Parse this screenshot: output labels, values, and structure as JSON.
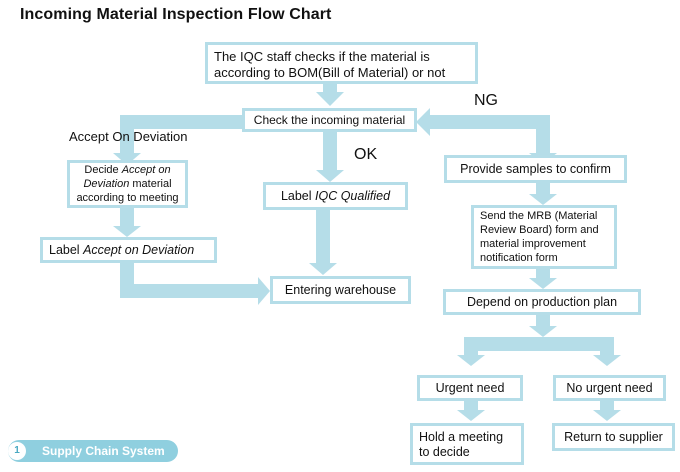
{
  "title": "Incoming Material Inspection Flow Chart",
  "nodes": {
    "iqc_check": {
      "line1": "The IQC staff checks if the material is",
      "line2": "according to BOM(Bill of Material) or not"
    },
    "check_incoming": "Check the incoming material",
    "decide_aod": {
      "part1": "Decide ",
      "italic": "Accept on Deviation",
      "part2": " material according to meeting"
    },
    "label_aod": {
      "prefix": "Label ",
      "italic": "Accept on Deviation"
    },
    "label_iqc": {
      "prefix": "Label ",
      "italic": "IQC Qualified"
    },
    "entering_warehouse": "Entering warehouse",
    "provide_samples": "Provide samples to confirm",
    "send_mrb": "Send  the MRB (Material Review Board) form and material improvement notification form",
    "depend_production": "Depend on production plan",
    "urgent_need": "Urgent need",
    "no_urgent_need": "No urgent need",
    "hold_meeting": {
      "line1": "Hold a meeting",
      "line2": "to decide"
    },
    "return_supplier": "Return to supplier"
  },
  "edge_labels": {
    "accept_on_deviation": "Accept On Deviation",
    "ok": "OK",
    "ng": "NG"
  },
  "footer": {
    "number": "1",
    "label": "Supply Chain System"
  },
  "colors": {
    "arrow": "#b5dde8",
    "border": "#b5dde8",
    "footer": "#8fcfdf"
  }
}
